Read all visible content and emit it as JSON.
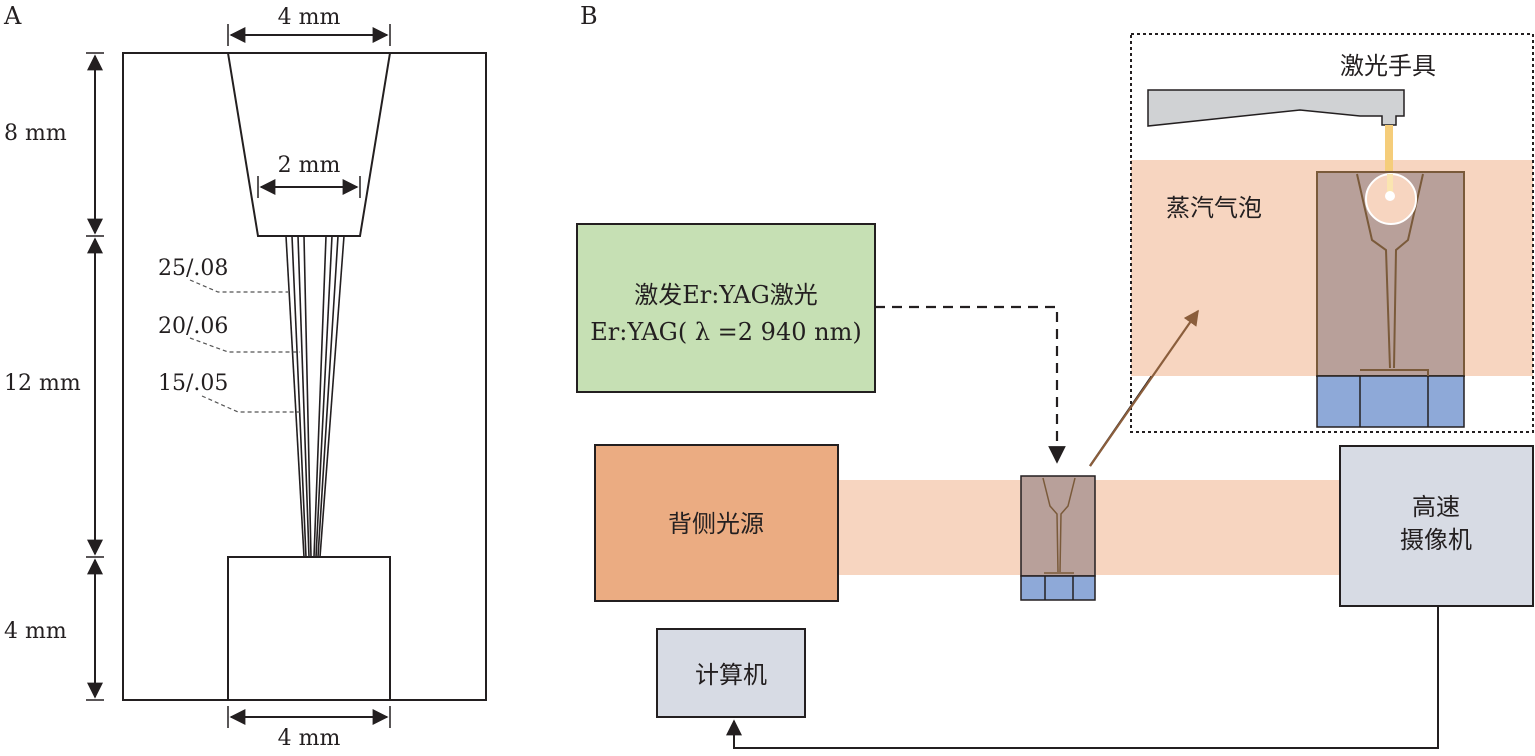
{
  "panels": {
    "a": "A",
    "b": "B"
  },
  "panel_a": {
    "dims": {
      "top_width": "4 mm",
      "inner_width": "2 mm",
      "bottom_width": "4 mm",
      "h_top": "8 mm",
      "h_mid": "12 mm",
      "h_bottom": "4 mm"
    },
    "tapers": [
      "25/.08",
      "20/.06",
      "15/.05"
    ]
  },
  "panel_b": {
    "laser_box": {
      "line1": "激发Er:YAG激光",
      "line2": "Er:YAG( λ =2 940 nm)"
    },
    "light_source": "背侧光源",
    "camera": {
      "line1": "高速",
      "line2": "摄像机"
    },
    "computer": "计算机",
    "handpiece": "激光手具",
    "bubble": "蒸汽气泡"
  },
  "colors": {
    "laser_box_fill": "#c6e0b4",
    "light_source_fill": "#ebac82",
    "light_beam_fill": "#f7d5c0",
    "device_box_fill": "#d7dbe4",
    "sample_fill": "#b8a09a",
    "sample_stroke": "#7a5a3a",
    "base_fill": "#8ea9d8",
    "handpiece_fill": "#d0d2d4",
    "laser_beam": "#f5cd7a",
    "arrow_color": "#8b5e3c"
  }
}
